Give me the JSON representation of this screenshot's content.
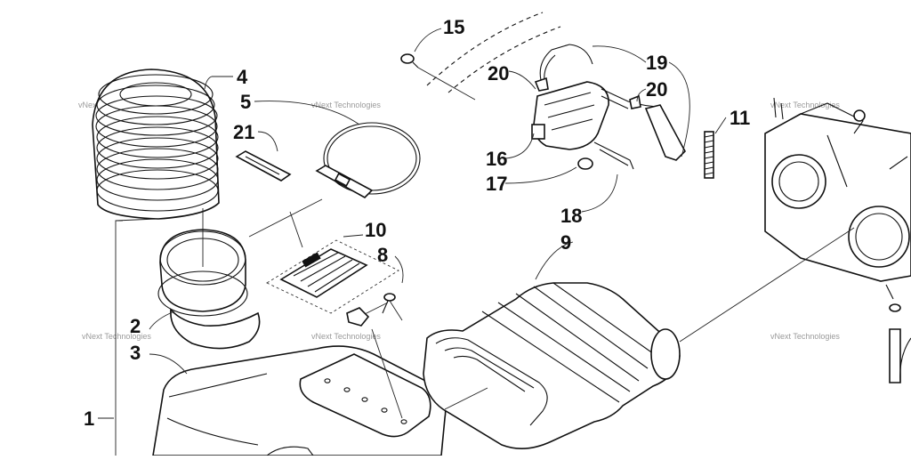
{
  "diagram": {
    "callouts": [
      "1",
      "2",
      "3",
      "4",
      "5",
      "8",
      "9",
      "10",
      "11",
      "15",
      "16",
      "17",
      "18",
      "19",
      "20",
      "20",
      "21"
    ],
    "watermark": "vNext Technologies",
    "colors": {
      "ink": "#111111",
      "paper": "#ffffff",
      "watermark": "#9a9a9a"
    }
  }
}
